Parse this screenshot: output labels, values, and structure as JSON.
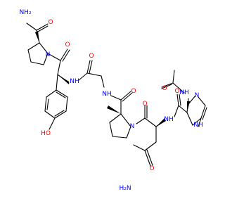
{
  "colors": {
    "background": "#ffffff",
    "bond": "#000000",
    "oxygen": "#ff0000",
    "nitrogen": "#0000ff"
  },
  "labels": {
    "nh2_top": "NH₂",
    "o_top_amide": "O",
    "n_pro1": "N",
    "o_tyr_carbonyl": "O",
    "o_gly_carbonyl": "O",
    "nh_tyr": "NH",
    "o_acetyl": "O",
    "nh_his": "NH",
    "n_imid": "N",
    "nh_imid": "NH",
    "o_pro2_carbonyl": "O",
    "nh_gly": "NH",
    "ho_phenol": "HO",
    "n_pro2": "N",
    "o_asn_carbonyl": "O",
    "nh_asn": "NH",
    "o_his_carbonyl": "O",
    "o_asn_side": "O",
    "nh2_bottom": "H₂N"
  }
}
